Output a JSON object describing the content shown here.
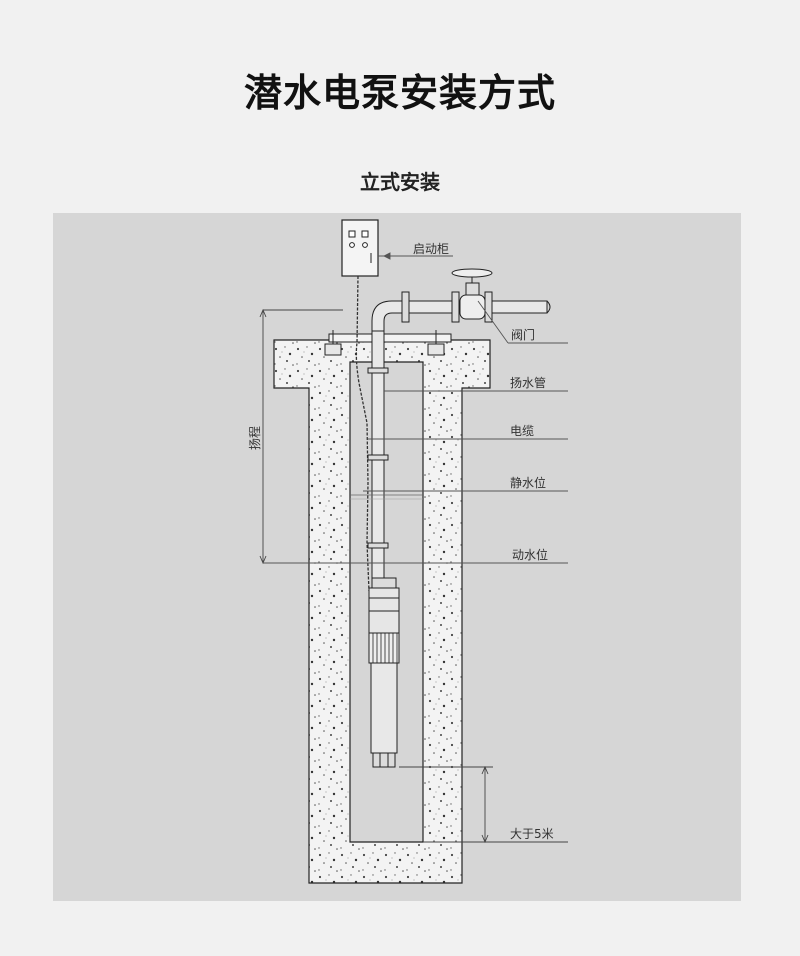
{
  "page": {
    "title": "潜水电泵安装方式",
    "subtitle": "立式安装"
  },
  "diagram": {
    "labels": {
      "control_box": "启动柜",
      "valve": "阀门",
      "riser_pipe": "扬水管",
      "cable": "电缆",
      "static_level": "静水位",
      "dynamic_level": "动水位",
      "depth": "大于5米",
      "head": "扬程"
    }
  }
}
